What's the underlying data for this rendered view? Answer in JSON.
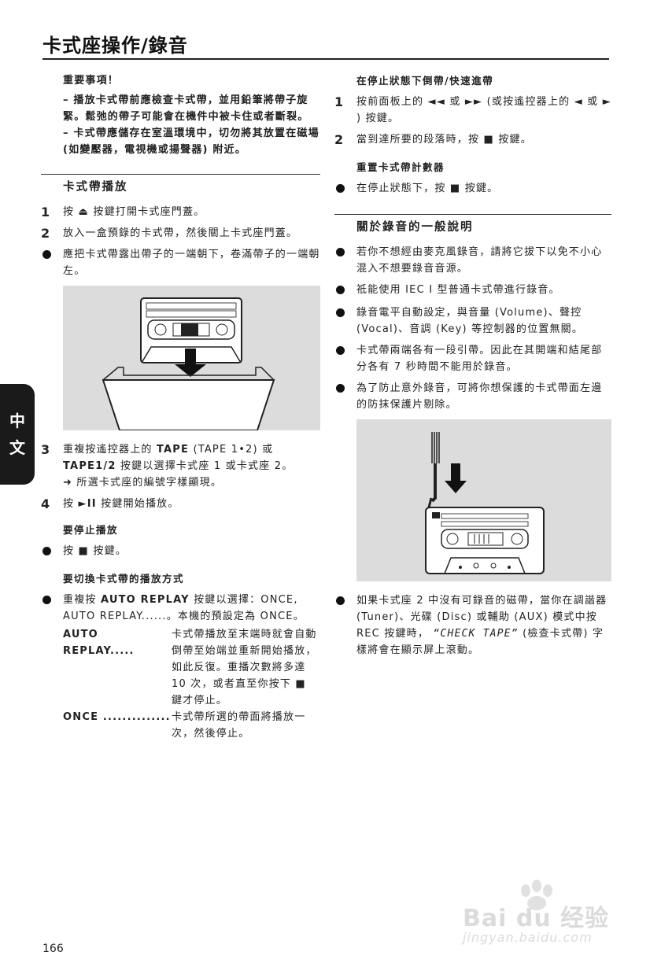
{
  "page": {
    "title": "卡式座操作/錄音",
    "page_number": "166",
    "side_tab": [
      "中",
      "文"
    ]
  },
  "left": {
    "notice_heading": "重要事項！",
    "notice_lines": [
      "– 播放卡式帶前應檢查卡式帶，並用鉛筆將帶子旋緊。鬆弛的帶子可能會在機件中被卡住或者斷裂。",
      "– 卡式帶應儲存在室溫環境中，切勿將其放置在磁場 (如變壓器，電視機或揚聲器) 附近。"
    ],
    "playback_heading": "卡式帶播放",
    "step1_num": "1",
    "step1_a": "按",
    "step1_b": "按鍵打開卡式座門蓋。",
    "step2_num": "2",
    "step2": "放入一盒預錄的卡式帶，然後關上卡式座門蓋。",
    "bullet1": "應把卡式帶露出帶子的一端朝下，卷滿帶子的一端朝左。",
    "step3_num": "3",
    "step3_a": "重複按遙控器上的",
    "step3_tape": "TAPE",
    "step3_b": "(TAPE 1•2) 或",
    "step3_tape12": "TAPE1/2",
    "step3_c": "按鍵以選擇卡式座 1 或卡式座 2。",
    "step3_arrow": "➜ 所選卡式座的編號字樣顯現。",
    "step4_num": "4",
    "step4_a": "按",
    "step4_icon": "►II",
    "step4_b": "按鍵開始播放。",
    "stop_heading": "要停止播放",
    "stop_a": "按",
    "stop_icon": "■",
    "stop_b": "按鍵。",
    "mode_heading": "要切換卡式帶的播放方式",
    "mode_a": "重複按",
    "mode_key": "AUTO REPLAY",
    "mode_b": "按鍵以選擇：ONCE, AUTO REPLAY......。本機的預設定為 ONCE。",
    "def1_term": "AUTO REPLAY.....",
    "def1_text": "卡式帶播放至末端時就會自動倒帶至始端並重新開始播放，如此反復。重播次數將多達 10 次，或者直至你按下 ■ 鍵才停止。",
    "def2_term": "ONCE ............................",
    "def2_text": "卡式帶所選的帶面將播放一次，然後停止。"
  },
  "right": {
    "rewind_heading": "在停止狀態下倒帶/快速進帶",
    "r1_num": "1",
    "r1_a": "按前面板上的",
    "r1_icon1": "◄◄",
    "r1_b": "或",
    "r1_icon2": "►►",
    "r1_c": "(或按遙控器上的",
    "r1_icon3": "◄",
    "r1_d": "或",
    "r1_icon4": "►",
    "r1_e": ") 按鍵。",
    "r2_num": "2",
    "r2": "當到達所要的段落時，按 ■ 按鍵。",
    "reset_heading": "重置卡式帶計數器",
    "reset_text": "在停止狀態下，按 ■ 按鍵。",
    "rec_heading": "關於錄音的一般說明",
    "rec_bullets": [
      "若你不想經由麥克風錄音，請將它拔下以免不小心混入不想要錄音音源。",
      "祗能使用 IEC I 型普通卡式帶進行錄音。",
      "錄音電平自動設定，與音量 (Volume)、聲控 (Vocal)、音調 (Key) 等控制器的位置無關。",
      "卡式帶兩端各有一段引帶。因此在其開端和結尾部分各有 7 秒時間不能用於錄音。",
      "為了防止意外錄音，可將你想保護的卡式帶面左邊的防抹保護片剔除。"
    ],
    "last_a": "如果卡式座 2 中沒有可錄音的磁帶，當你在調諧器 (Tuner)、光碟 (Disc) 或輔助 (AUX) 模式中按 REC 按鍵時，",
    "last_lcd": "“CHECK TAPE”",
    "last_b": "(檢查卡式帶) 字樣將會在顯示屏上滾動。"
  },
  "watermark": {
    "line1": "Bai du 经验",
    "line2": "jingyan.baidu.com"
  }
}
